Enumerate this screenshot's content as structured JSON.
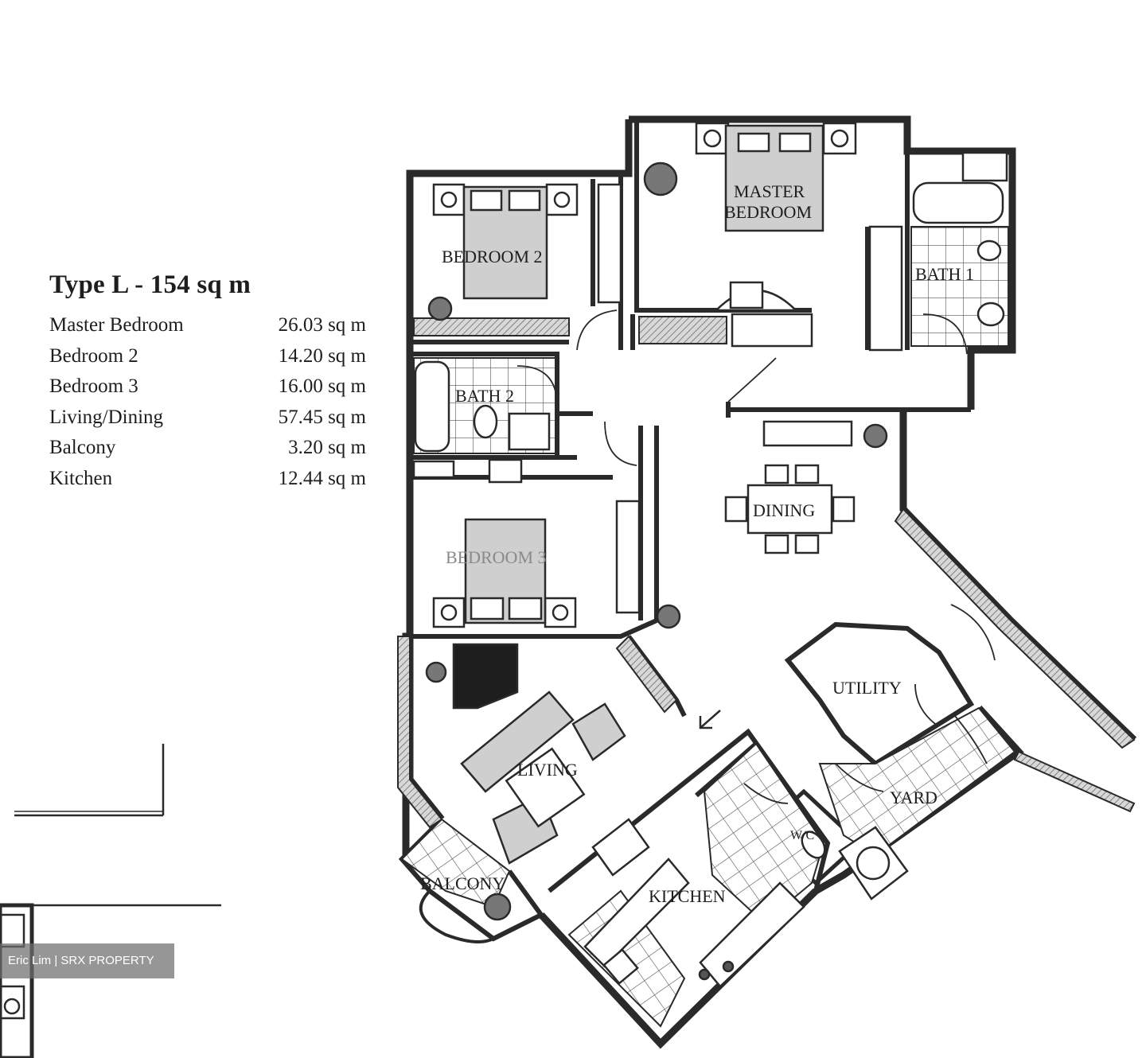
{
  "schedule": {
    "title": "Type L - 154 sq m",
    "rows": [
      {
        "room": "Master Bedroom",
        "area": "26.03 sq m"
      },
      {
        "room": "Bedroom 2",
        "area": "14.20 sq m"
      },
      {
        "room": "Bedroom 3",
        "area": "16.00 sq m"
      },
      {
        "room": "Living/Dining",
        "area": "57.45 sq m"
      },
      {
        "room": "Balcony",
        "area": "3.20 sq m"
      },
      {
        "room": "Kitchen",
        "area": "12.44 sq m"
      }
    ]
  },
  "rooms": {
    "master_bedroom_line1": "MASTER",
    "master_bedroom_line2": "BEDROOM",
    "bedroom2": "BEDROOM 2",
    "bath1": "BATH 1",
    "bath2": "BATH 2",
    "bedroom3": "BEDROOM 3",
    "dining": "DINING",
    "utility": "UTILITY",
    "living": "LIVING",
    "yard": "YARD",
    "wc": "W/C",
    "balcony": "BALCONY",
    "kitchen": "KITCHEN"
  },
  "watermark": "Eric Lim | SRX PROPERTY",
  "colors": {
    "wall": "#2a2a2a",
    "wall_fill": "#9a9a9a",
    "furniture": "#3a3a3a"
  }
}
